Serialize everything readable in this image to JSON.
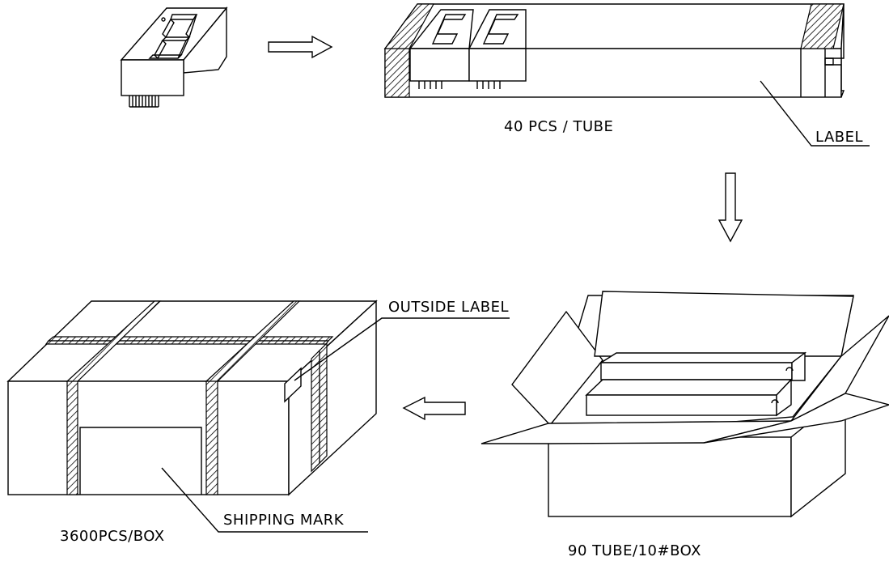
{
  "labels": {
    "per_tube": "40 PCS / TUBE",
    "label": "LABEL",
    "outside_label": "OUTSIDE LABEL",
    "shipping_mark": "SHIPPING MARK",
    "per_box": "3600PCS/BOX",
    "tubes_per_box": "90 TUBE/10#BOX"
  },
  "colors": {
    "line": "#000000",
    "background": "#ffffff"
  },
  "icons": [
    "right-arrow-icon",
    "down-arrow-icon",
    "left-arrow-icon"
  ]
}
